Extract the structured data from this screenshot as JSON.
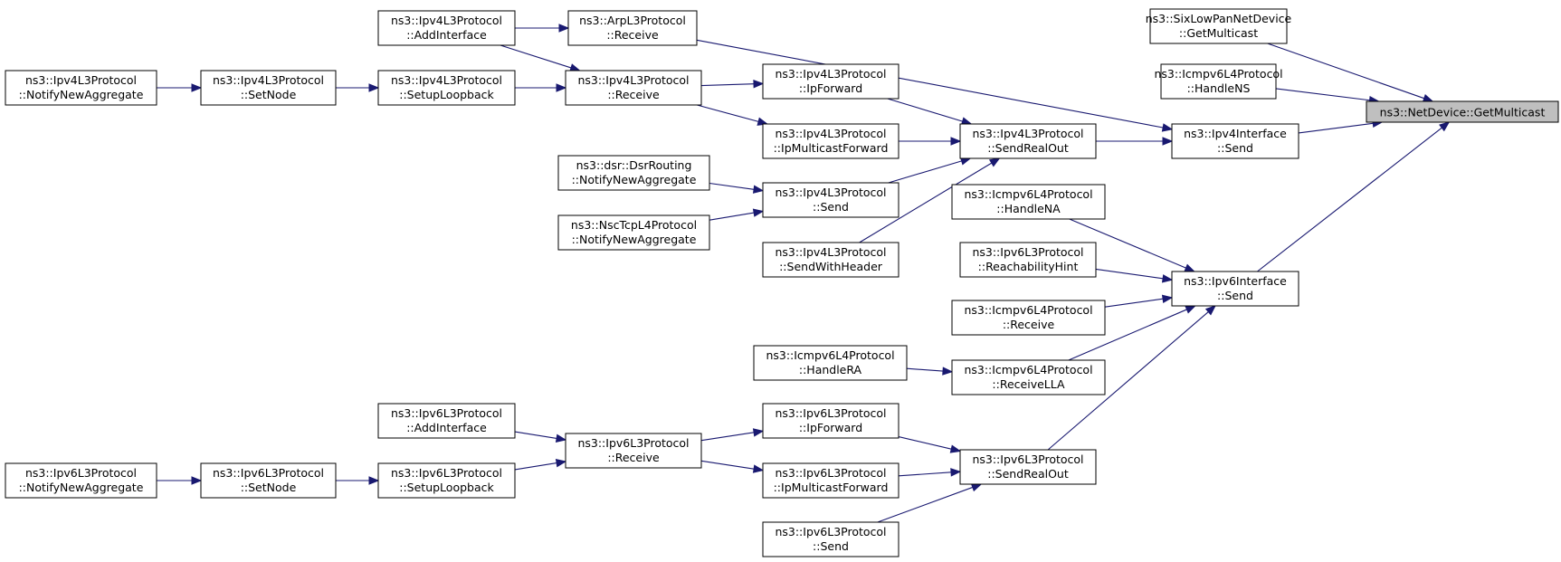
{
  "graph": {
    "title": "",
    "edge_color": "#191970",
    "root_fill": "#bfbfbf",
    "nodes": [
      {
        "id": "n_netdevice",
        "line1": "ns3::NetDevice::GetMulticast",
        "line2": "",
        "root": true
      },
      {
        "id": "n_sixlowpan",
        "line1": "ns3::SixLowPanNetDevice",
        "line2": "::GetMulticast"
      },
      {
        "id": "n_icmpv6_hns",
        "line1": "ns3::Icmpv6L4Protocol",
        "line2": "::HandleNS"
      },
      {
        "id": "n_ipv4if_send",
        "line1": "ns3::Ipv4Interface",
        "line2": "::Send"
      },
      {
        "id": "n_ipv6if_send",
        "line1": "ns3::Ipv6Interface",
        "line2": "::Send"
      },
      {
        "id": "n_arp_receive",
        "line1": "ns3::ArpL3Protocol",
        "line2": "::Receive"
      },
      {
        "id": "n_ipv4_sendrealout",
        "line1": "ns3::Ipv4L3Protocol",
        "line2": "::SendRealOut"
      },
      {
        "id": "n_ipv4_addif",
        "line1": "ns3::Ipv4L3Protocol",
        "line2": "::AddInterface"
      },
      {
        "id": "n_ipv4_receive",
        "line1": "ns3::Ipv4L3Protocol",
        "line2": "::Receive"
      },
      {
        "id": "n_ipv4_setuploop",
        "line1": "ns3::Ipv4L3Protocol",
        "line2": "::SetupLoopback"
      },
      {
        "id": "n_ipv4_setnode",
        "line1": "ns3::Ipv4L3Protocol",
        "line2": "::SetNode"
      },
      {
        "id": "n_ipv4_notify",
        "line1": "ns3::Ipv4L3Protocol",
        "line2": "::NotifyNewAggregate"
      },
      {
        "id": "n_ipv4_ipforward",
        "line1": "ns3::Ipv4L3Protocol",
        "line2": "::IpForward"
      },
      {
        "id": "n_ipv4_ipmcast",
        "line1": "ns3::Ipv4L3Protocol",
        "line2": "::IpMulticastForward"
      },
      {
        "id": "n_ipv4_send",
        "line1": "ns3::Ipv4L3Protocol",
        "line2": "::Send"
      },
      {
        "id": "n_ipv4_sendwh",
        "line1": "ns3::Ipv4L3Protocol",
        "line2": "::SendWithHeader"
      },
      {
        "id": "n_dsr_notify",
        "line1": "ns3::dsr::DsrRouting",
        "line2": "::NotifyNewAggregate"
      },
      {
        "id": "n_nsctcp_notify",
        "line1": "ns3::NscTcpL4Protocol",
        "line2": "::NotifyNewAggregate"
      },
      {
        "id": "n_icmpv6_hna",
        "line1": "ns3::Icmpv6L4Protocol",
        "line2": "::HandleNA"
      },
      {
        "id": "n_ipv6_reach",
        "line1": "ns3::Ipv6L3Protocol",
        "line2": "::ReachabilityHint"
      },
      {
        "id": "n_icmpv6_receive",
        "line1": "ns3::Icmpv6L4Protocol",
        "line2": "::Receive"
      },
      {
        "id": "n_icmpv6_rlla",
        "line1": "ns3::Icmpv6L4Protocol",
        "line2": "::ReceiveLLA"
      },
      {
        "id": "n_icmpv6_hra",
        "line1": "ns3::Icmpv6L4Protocol",
        "line2": "::HandleRA"
      },
      {
        "id": "n_ipv6_sendrealout",
        "line1": "ns3::Ipv6L3Protocol",
        "line2": "::SendRealOut"
      },
      {
        "id": "n_ipv6_ipforward",
        "line1": "ns3::Ipv6L3Protocol",
        "line2": "::IpForward"
      },
      {
        "id": "n_ipv6_ipmcast",
        "line1": "ns3::Ipv6L3Protocol",
        "line2": "::IpMulticastForward"
      },
      {
        "id": "n_ipv6_send",
        "line1": "ns3::Ipv6L3Protocol",
        "line2": "::Send"
      },
      {
        "id": "n_ipv6_receive",
        "line1": "ns3::Ipv6L3Protocol",
        "line2": "::Receive"
      },
      {
        "id": "n_ipv6_addif",
        "line1": "ns3::Ipv6L3Protocol",
        "line2": "::AddInterface"
      },
      {
        "id": "n_ipv6_setuploop",
        "line1": "ns3::Ipv6L3Protocol",
        "line2": "::SetupLoopback"
      },
      {
        "id": "n_ipv6_setnode",
        "line1": "ns3::Ipv6L3Protocol",
        "line2": "::SetNode"
      },
      {
        "id": "n_ipv6_notify",
        "line1": "ns3::Ipv6L3Protocol",
        "line2": "::NotifyNewAggregate"
      }
    ],
    "edges": [
      {
        "from": "n_sixlowpan",
        "to": "n_netdevice"
      },
      {
        "from": "n_icmpv6_hns",
        "to": "n_netdevice"
      },
      {
        "from": "n_ipv4if_send",
        "to": "n_netdevice"
      },
      {
        "from": "n_ipv6if_send",
        "to": "n_netdevice"
      },
      {
        "from": "n_arp_receive",
        "to": "n_ipv4if_send"
      },
      {
        "from": "n_ipv4_sendrealout",
        "to": "n_ipv4if_send"
      },
      {
        "from": "n_ipv4_addif",
        "to": "n_arp_receive"
      },
      {
        "from": "n_ipv4_addif",
        "to": "n_ipv4_receive"
      },
      {
        "from": "n_ipv4_setuploop",
        "to": "n_ipv4_receive"
      },
      {
        "from": "n_ipv4_setnode",
        "to": "n_ipv4_setuploop"
      },
      {
        "from": "n_ipv4_notify",
        "to": "n_ipv4_setnode"
      },
      {
        "from": "n_ipv4_receive",
        "to": "n_ipv4_ipforward"
      },
      {
        "from": "n_ipv4_receive",
        "to": "n_ipv4_ipmcast"
      },
      {
        "from": "n_ipv4_ipforward",
        "to": "n_ipv4_sendrealout"
      },
      {
        "from": "n_ipv4_ipmcast",
        "to": "n_ipv4_sendrealout"
      },
      {
        "from": "n_ipv4_send",
        "to": "n_ipv4_sendrealout"
      },
      {
        "from": "n_ipv4_sendwh",
        "to": "n_ipv4_sendrealout"
      },
      {
        "from": "n_dsr_notify",
        "to": "n_ipv4_send"
      },
      {
        "from": "n_nsctcp_notify",
        "to": "n_ipv4_send"
      },
      {
        "from": "n_icmpv6_hna",
        "to": "n_ipv6if_send"
      },
      {
        "from": "n_ipv6_reach",
        "to": "n_ipv6if_send"
      },
      {
        "from": "n_icmpv6_receive",
        "to": "n_ipv6if_send"
      },
      {
        "from": "n_icmpv6_rlla",
        "to": "n_ipv6if_send"
      },
      {
        "from": "n_ipv6_sendrealout",
        "to": "n_ipv6if_send"
      },
      {
        "from": "n_icmpv6_hra",
        "to": "n_icmpv6_rlla"
      },
      {
        "from": "n_ipv6_ipforward",
        "to": "n_ipv6_sendrealout"
      },
      {
        "from": "n_ipv6_ipmcast",
        "to": "n_ipv6_sendrealout"
      },
      {
        "from": "n_ipv6_send",
        "to": "n_ipv6_sendrealout"
      },
      {
        "from": "n_ipv6_receive",
        "to": "n_ipv6_ipforward"
      },
      {
        "from": "n_ipv6_receive",
        "to": "n_ipv6_ipmcast"
      },
      {
        "from": "n_ipv6_addif",
        "to": "n_ipv6_receive"
      },
      {
        "from": "n_ipv6_setuploop",
        "to": "n_ipv6_receive"
      },
      {
        "from": "n_ipv6_setnode",
        "to": "n_ipv6_setuploop"
      },
      {
        "from": "n_ipv6_notify",
        "to": "n_ipv6_setnode"
      }
    ]
  }
}
